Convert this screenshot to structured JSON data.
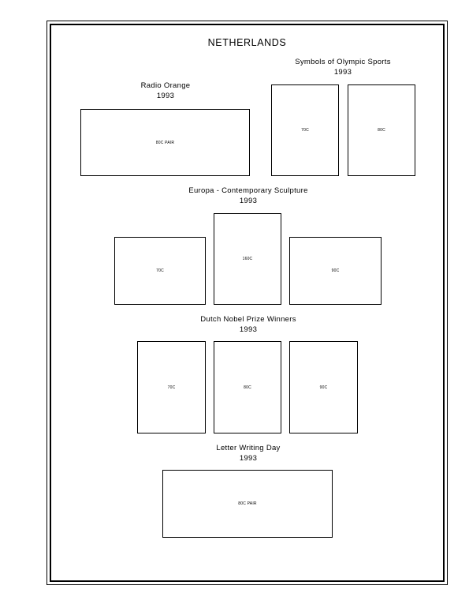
{
  "page": {
    "title": "NETHERLANDS"
  },
  "sections": {
    "radio_orange": {
      "title": "Radio Orange",
      "year": "1993",
      "stamps": [
        "80C PAIR"
      ]
    },
    "olympic": {
      "title": "Symbols of Olympic Sports",
      "year": "1993",
      "stamps": [
        "70C",
        "80C"
      ]
    },
    "europa": {
      "title": "Europa - Contemporary Sculpture",
      "year": "1993",
      "stamps": [
        "70C",
        "160C",
        "90C"
      ]
    },
    "nobel": {
      "title": "Dutch Nobel Prize Winners",
      "year": "1993",
      "stamps": [
        "70C",
        "80C",
        "90C"
      ]
    },
    "letter": {
      "title": "Letter Writing Day",
      "year": "1993",
      "stamps": [
        "80C PAIR"
      ]
    }
  }
}
